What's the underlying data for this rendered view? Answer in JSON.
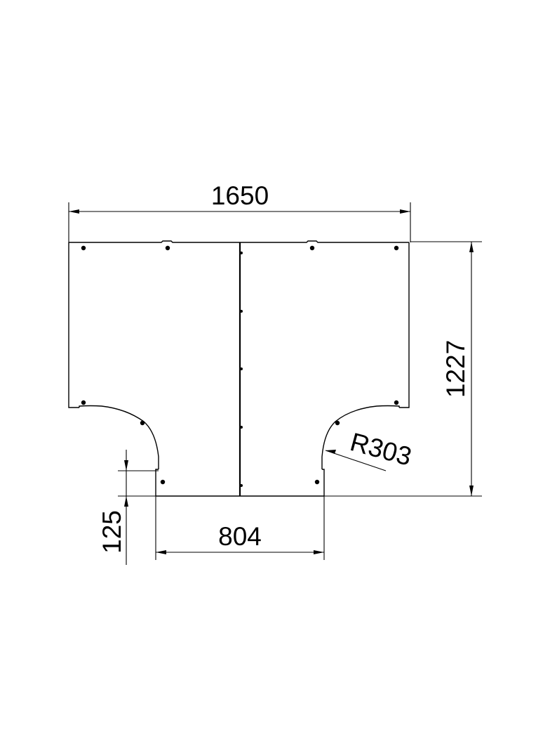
{
  "drawing": {
    "type": "technical-drawing",
    "subject": "T-piece cover plate (top view)",
    "units": "mm"
  },
  "dimensions": {
    "overall_width": "1650",
    "overall_height": "1227",
    "inner_opening_width": "804",
    "step_height": "125",
    "corner_radius": "R303"
  },
  "colors": {
    "line": "#000000",
    "background": "#ffffff"
  }
}
